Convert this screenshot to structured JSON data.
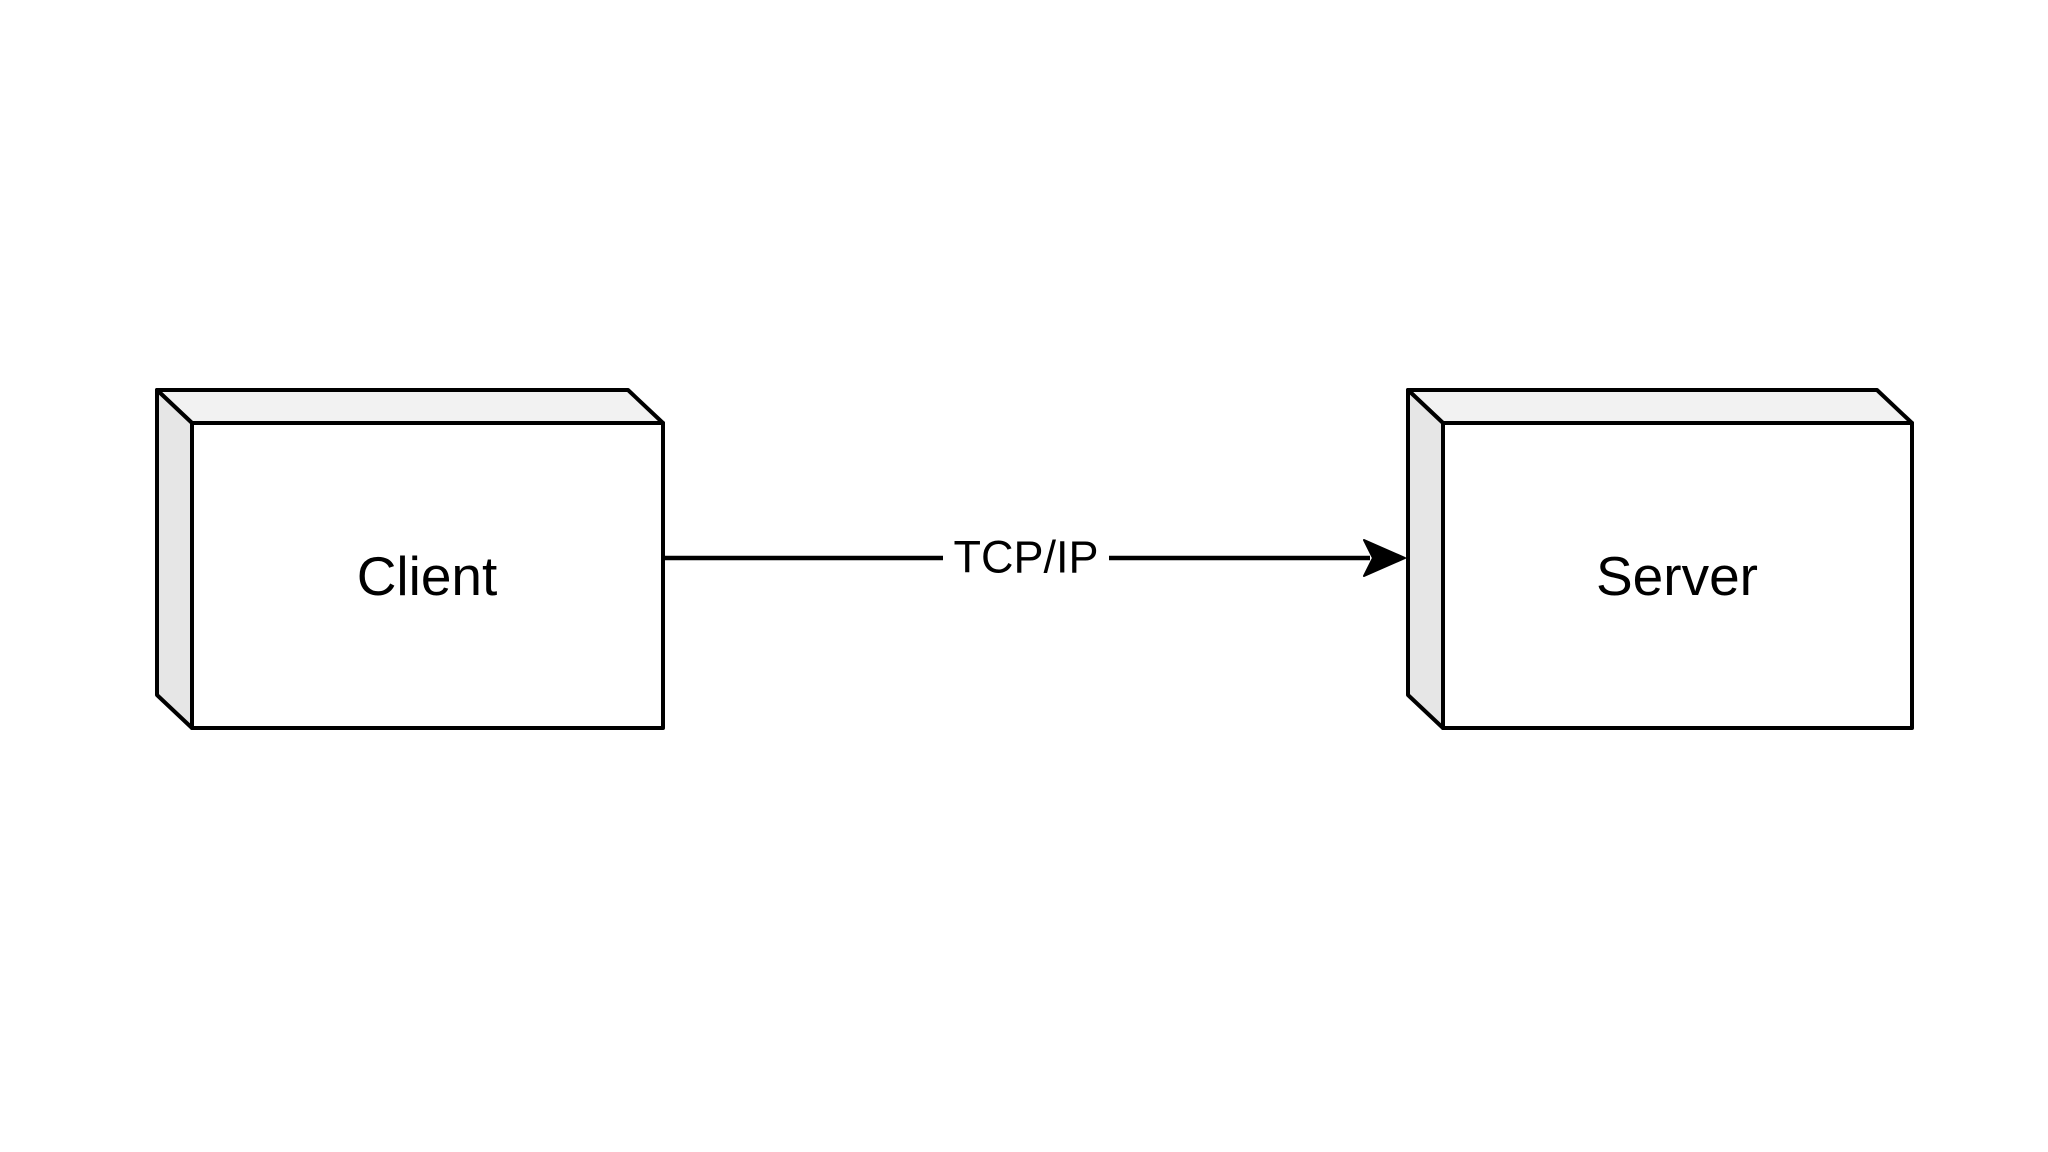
{
  "diagram": {
    "type": "uml-deployment",
    "background_color": "#ffffff",
    "stroke_color": "#000000",
    "text_color": "#000000",
    "nodes": [
      {
        "id": "client",
        "label": "Client",
        "shape": "uml-node-3d-box",
        "fill_front": "#ffffff",
        "fill_top": "#f2f2f2",
        "fill_side": "#e6e6e6"
      },
      {
        "id": "server",
        "label": "Server",
        "shape": "uml-node-3d-box",
        "fill_front": "#ffffff",
        "fill_top": "#f2f2f2",
        "fill_side": "#e6e6e6"
      }
    ],
    "connector": {
      "label": "TCP/IP",
      "from": "Client",
      "to": "Server",
      "arrow": "filled-classic-right",
      "label_background": "#ffffff"
    }
  }
}
